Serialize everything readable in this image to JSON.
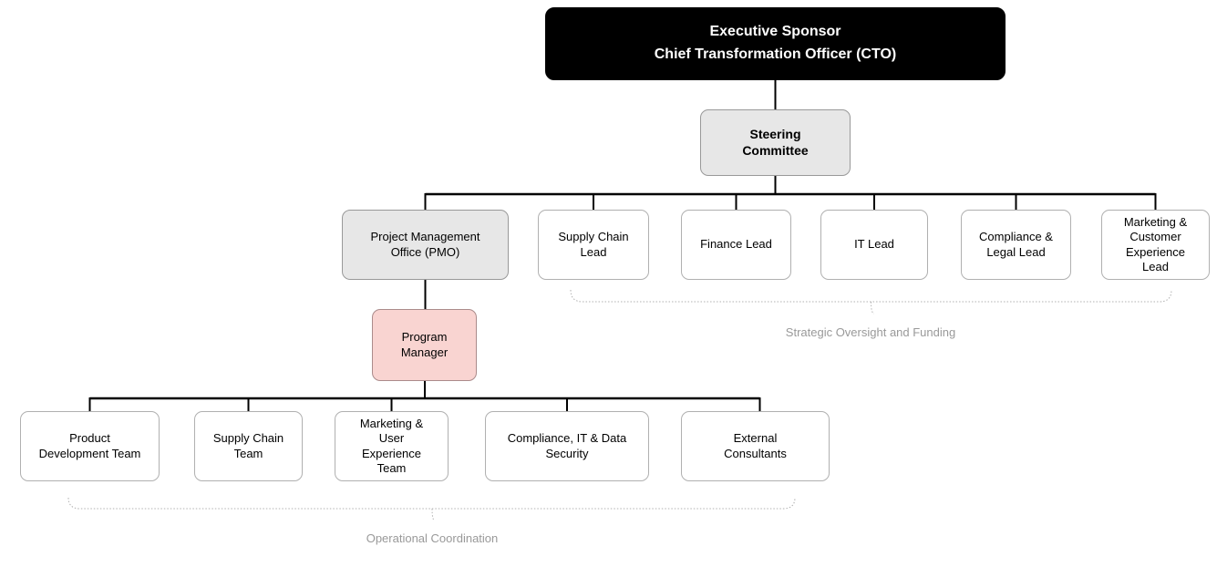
{
  "org_chart": {
    "nodes": [
      {
        "id": "executive-sponsor",
        "label": "Executive Sponsor\nChief Transformation Officer (CTO)",
        "style": "black"
      },
      {
        "id": "steering-committee",
        "label": "Steering\nCommittee",
        "style": "gray"
      },
      {
        "id": "project-management-office",
        "label": "Project Management\nOffice (PMO)",
        "style": "gray"
      },
      {
        "id": "supply-chain-lead",
        "label": "Supply Chain\nLead",
        "style": "white"
      },
      {
        "id": "finance-lead",
        "label": "Finance Lead",
        "style": "white"
      },
      {
        "id": "it-lead",
        "label": "IT Lead",
        "style": "white"
      },
      {
        "id": "compliance-legal-lead",
        "label": "Compliance &\nLegal Lead",
        "style": "white"
      },
      {
        "id": "marketing-customer-experience-lead",
        "label": "Marketing &\nCustomer\nExperience\nLead",
        "style": "white"
      },
      {
        "id": "program-manager",
        "label": "Program\nManager",
        "style": "pink"
      },
      {
        "id": "product-development-team",
        "label": "Product\nDevelopment Team",
        "style": "white"
      },
      {
        "id": "supply-chain-team",
        "label": "Supply Chain\nTeam",
        "style": "white"
      },
      {
        "id": "marketing-user-experience-team",
        "label": "Marketing &\nUser\nExperience\nTeam",
        "style": "white"
      },
      {
        "id": "compliance-it-data-security",
        "label": "Compliance, IT & Data\nSecurity",
        "style": "white"
      },
      {
        "id": "external-consultants",
        "label": "External\nConsultants",
        "style": "white"
      }
    ],
    "annotations": {
      "strategic": "Strategic Oversight and Funding",
      "operational": "Operational Coordination"
    },
    "colors": {
      "exec_fill": "#000000",
      "exec_text": "#ffffff",
      "gray_fill": "#e7e7e7",
      "pink_fill": "#f9d4d1",
      "pink_border": "#ab8b8b",
      "white_fill": "#ffffff",
      "box_border": "#999999",
      "connector": "#000000",
      "brace": "#b0b0b0",
      "annotation_text": "#999999"
    }
  }
}
